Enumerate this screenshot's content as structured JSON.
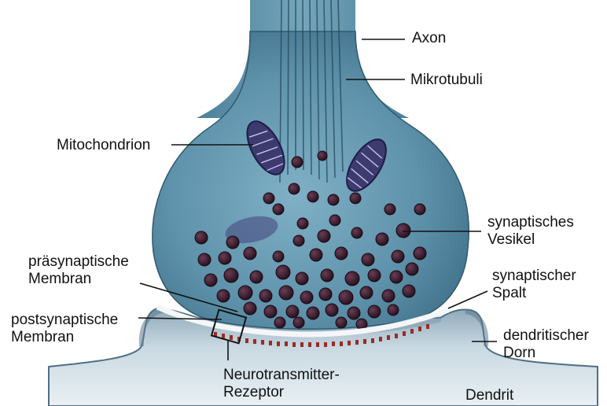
{
  "labels": {
    "axon": "Axon",
    "mikrotubuli": "Mikrotubuli",
    "mitochondrion": "Mitochondrion",
    "vesikel": [
      "synaptisches",
      "Vesikel"
    ],
    "praesynaptisch": [
      "präsynaptische",
      "Membran"
    ],
    "spalt": [
      "synaptischer",
      "Spalt"
    ],
    "postsynaptisch": [
      "postsynaptische",
      "Membran"
    ],
    "dorn": [
      "dendritischer",
      "Dorn"
    ],
    "rezeptor": [
      "Neurotransmitter-",
      "Rezeptor"
    ],
    "dendrit": "Dendrit"
  },
  "colors": {
    "terminal_fill": "#5f93ab",
    "terminal_dark": "#3d6f88",
    "vesicle": "#3b1e30",
    "dendrite": "#b4cad6",
    "dendrite_edge": "#4f6f84",
    "receptor": "#9a2c23",
    "leader_line": "#111111"
  }
}
